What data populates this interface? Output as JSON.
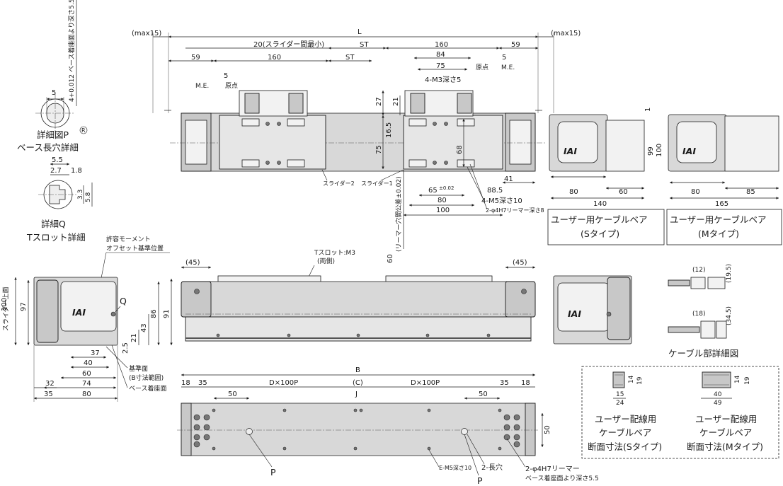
{
  "top_view": {
    "max_left": "(max15)",
    "max_right": "(max15)",
    "L": "L",
    "min_gap": "20(スライダー間最小)",
    "st1": "ST",
    "st2": "ST",
    "d160a": "160",
    "d160b": "160",
    "d59a": "59",
    "d59b": "59",
    "d84": "84",
    "d75": "75",
    "d5a": "5",
    "d5b": "5",
    "origin_a": "原点",
    "origin_b": "原点",
    "me_a": "M.E.",
    "me_b": "M.E.",
    "m3": "4-M3深さ5",
    "d27": "27",
    "d21": "21",
    "d16_5": "16.5",
    "d75v": "75",
    "d68": "68",
    "slider2": "スライダー2",
    "slider1": "スライダー1",
    "ream_tol": "(リーマー穴間公差±0.02)",
    "d60": "60",
    "d65": "65",
    "d65tol": "±0.02",
    "d80": "80",
    "d100": "100",
    "d41": "41",
    "d88_5": "88.5",
    "m5": "4-M5深さ10",
    "ream": "2-φ4H7リーマー深さ8"
  },
  "detail_p": {
    "d5": "5",
    "tol": "4+0.012 ベース着座面より深さ5.5",
    "r": "R",
    "title": "詳細図P",
    "sub": "ベース長穴詳細"
  },
  "detail_q": {
    "d5_5": "5.5",
    "d2_7": "2.7",
    "d1_8": "1.8",
    "d3_3": "3.3",
    "d5_8": "5.8",
    "title": "詳細Q",
    "sub": "Tスロット詳細"
  },
  "cable_top": {
    "d1": "1",
    "d99": "99",
    "d100": "100",
    "s80": "80",
    "s60": "60",
    "s140": "140",
    "m80": "80",
    "m85": "85",
    "m165": "165",
    "label_s": "ユーザー用ケーブルベア",
    "label_s2": "(Sタイプ)",
    "label_m": "ユーザー用ケーブルベア",
    "label_m2": "(Mタイプ)"
  },
  "side_view": {
    "moment": "許容モーメント",
    "moment2": "オフセット基準位置",
    "tslot": "Tスロット:M3",
    "tslot2": "(両側)",
    "d45a": "(45)",
    "d45b": "(45)",
    "q": "Q",
    "d100": "100",
    "d100sub": "スライダー上面",
    "d97": "97",
    "d86": "86",
    "d91": "91",
    "d21": "21",
    "d43": "43",
    "d2_5": "2.5",
    "d37": "37",
    "d40": "40",
    "d60": "60",
    "d74": "74",
    "d80": "80",
    "d32": "32",
    "d35": "35",
    "ref_face": "基準面",
    "ref_face2": "(B寸法範囲)",
    "base_face": "ベース着座面"
  },
  "cable_detail": {
    "d12": "(12)",
    "d19_5": "(19.5)",
    "d18": "(18)",
    "d34_5": "(34.5)",
    "title": "ケーブル部詳細図"
  },
  "bottom_view": {
    "B": "B",
    "d18a": "18",
    "d35a": "35",
    "dxp1": "D×100P",
    "c": "(C)",
    "dxp2": "D×100P",
    "d35b": "35",
    "d18b": "18",
    "d50a": "50",
    "j": "J",
    "d50b": "50",
    "d50v": "50",
    "p1": "P",
    "p2": "P",
    "em5": "E-M5深さ10",
    "slot2": "2-長穴",
    "ream1": "2-φ4H7リーマー",
    "ream2": "ベース着座面より深さ5.5"
  },
  "sections": {
    "s15": "15",
    "s24": "24",
    "s14": "14",
    "s19": "19",
    "m40": "40",
    "m49": "49",
    "m14": "14",
    "m19": "19",
    "label_s1": "ユーザー配線用",
    "label_s2": "ケーブルベア",
    "label_s3": "断面寸法(Sタイプ)",
    "label_m1": "ユーザー配線用",
    "label_m2": "ケーブルベア",
    "label_m3": "断面寸法(Mタイプ)"
  }
}
